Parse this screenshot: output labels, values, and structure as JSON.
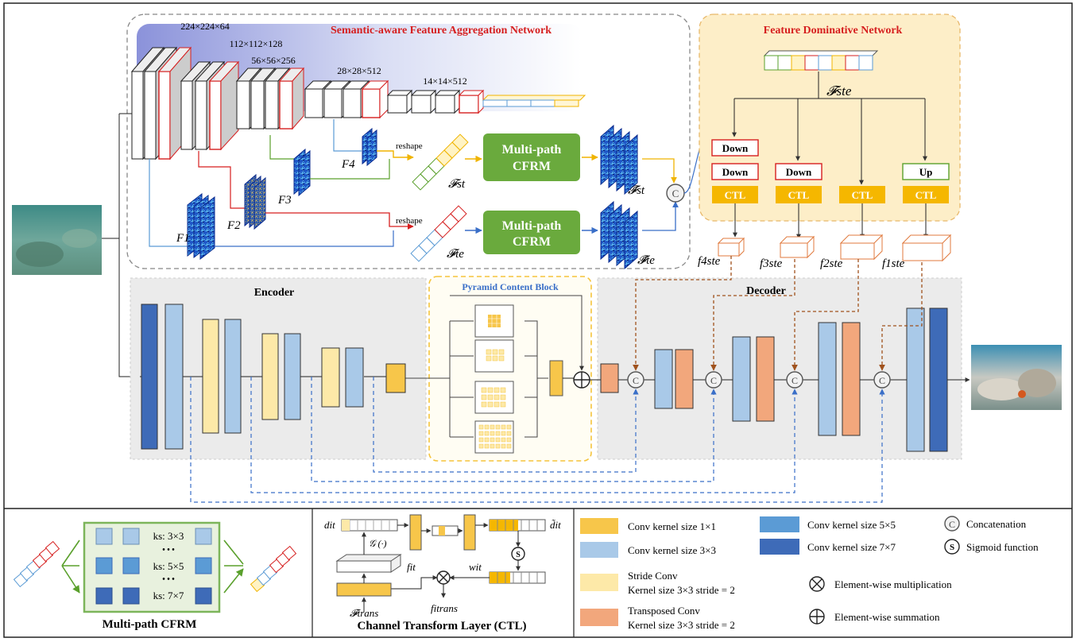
{
  "titles": {
    "sfan": "Semantic-aware Feature Aggregation Network",
    "fdn": "Feature Dominative Network",
    "encoder": "Encoder",
    "decoder": "Decoder",
    "pcb": "Pyramid Content Block"
  },
  "dims": {
    "d224": "224×224×64",
    "d112": "112×112×128",
    "d56": "56×56×256",
    "d28": "28×28×512",
    "d14": "14×14×512"
  },
  "features": {
    "f1": "F1",
    "f2": "F2",
    "f3": "F3",
    "f4": "F4",
    "reshape": "reshape",
    "f_st": "𝓕st",
    "f_te": "𝓕te",
    "f_st_tilde": "𝓕̃st",
    "f_te_tilde": "𝓕̃te",
    "f_ste": "𝓕ste",
    "fste4": "f4ste",
    "fste3": "f3ste",
    "fste2": "f2ste",
    "fste1": "f1ste"
  },
  "cfrm": {
    "line1": "Multi-path",
    "line2": "CFRM"
  },
  "fdn_boxes": {
    "down": "Down",
    "up": "Up",
    "ctl": "CTL"
  },
  "concat_symbol": "C",
  "sum_symbol": "+",
  "bottom": {
    "cfrm_caption": "Multi-path CFRM",
    "ks3": "ks: 3×3",
    "ks5": "ks: 5×5",
    "ks7": "ks: 7×7",
    "dots": "• • •",
    "ctl_caption": "Channel Transform Layer (CTL)",
    "dt": "dit",
    "dt_tilde": "d̃it",
    "g": "𝒢 (·)",
    "ft": "fit",
    "wt": "wit",
    "ftrans": "fitrans",
    "Ftrans": "𝓕trans",
    "s_symbol": "S",
    "mult_symbol": "×"
  },
  "legend": {
    "conv1": "Conv kernel size 1×1",
    "conv3": "Conv kernel size 3×3",
    "conv5": "Conv kernel size 5×5",
    "conv7": "Conv kernel size 7×7",
    "stride_l1": "Stride Conv",
    "stride_l2": "Kernel size 3×3 stride = 2",
    "trans_l1": "Transposed Conv",
    "trans_l2": "Kernel size 3×3 stride = 2",
    "concat": "Concatenation",
    "sigmoid": "Sigmoid function",
    "mult": "Element-wise multiplication",
    "sum": "Element-wise summation"
  },
  "colors": {
    "conv1": "#f7c64a",
    "conv3": "#a9c9e8",
    "conv5": "#5b9bd5",
    "conv7": "#3e6bb8",
    "stride": "#fde9a8",
    "trans": "#f2a77c",
    "cfrm": "#6aaa3d",
    "ctl": "#f5b700",
    "fdn_bg": "#fdeec8",
    "red": "#d61f1f"
  }
}
